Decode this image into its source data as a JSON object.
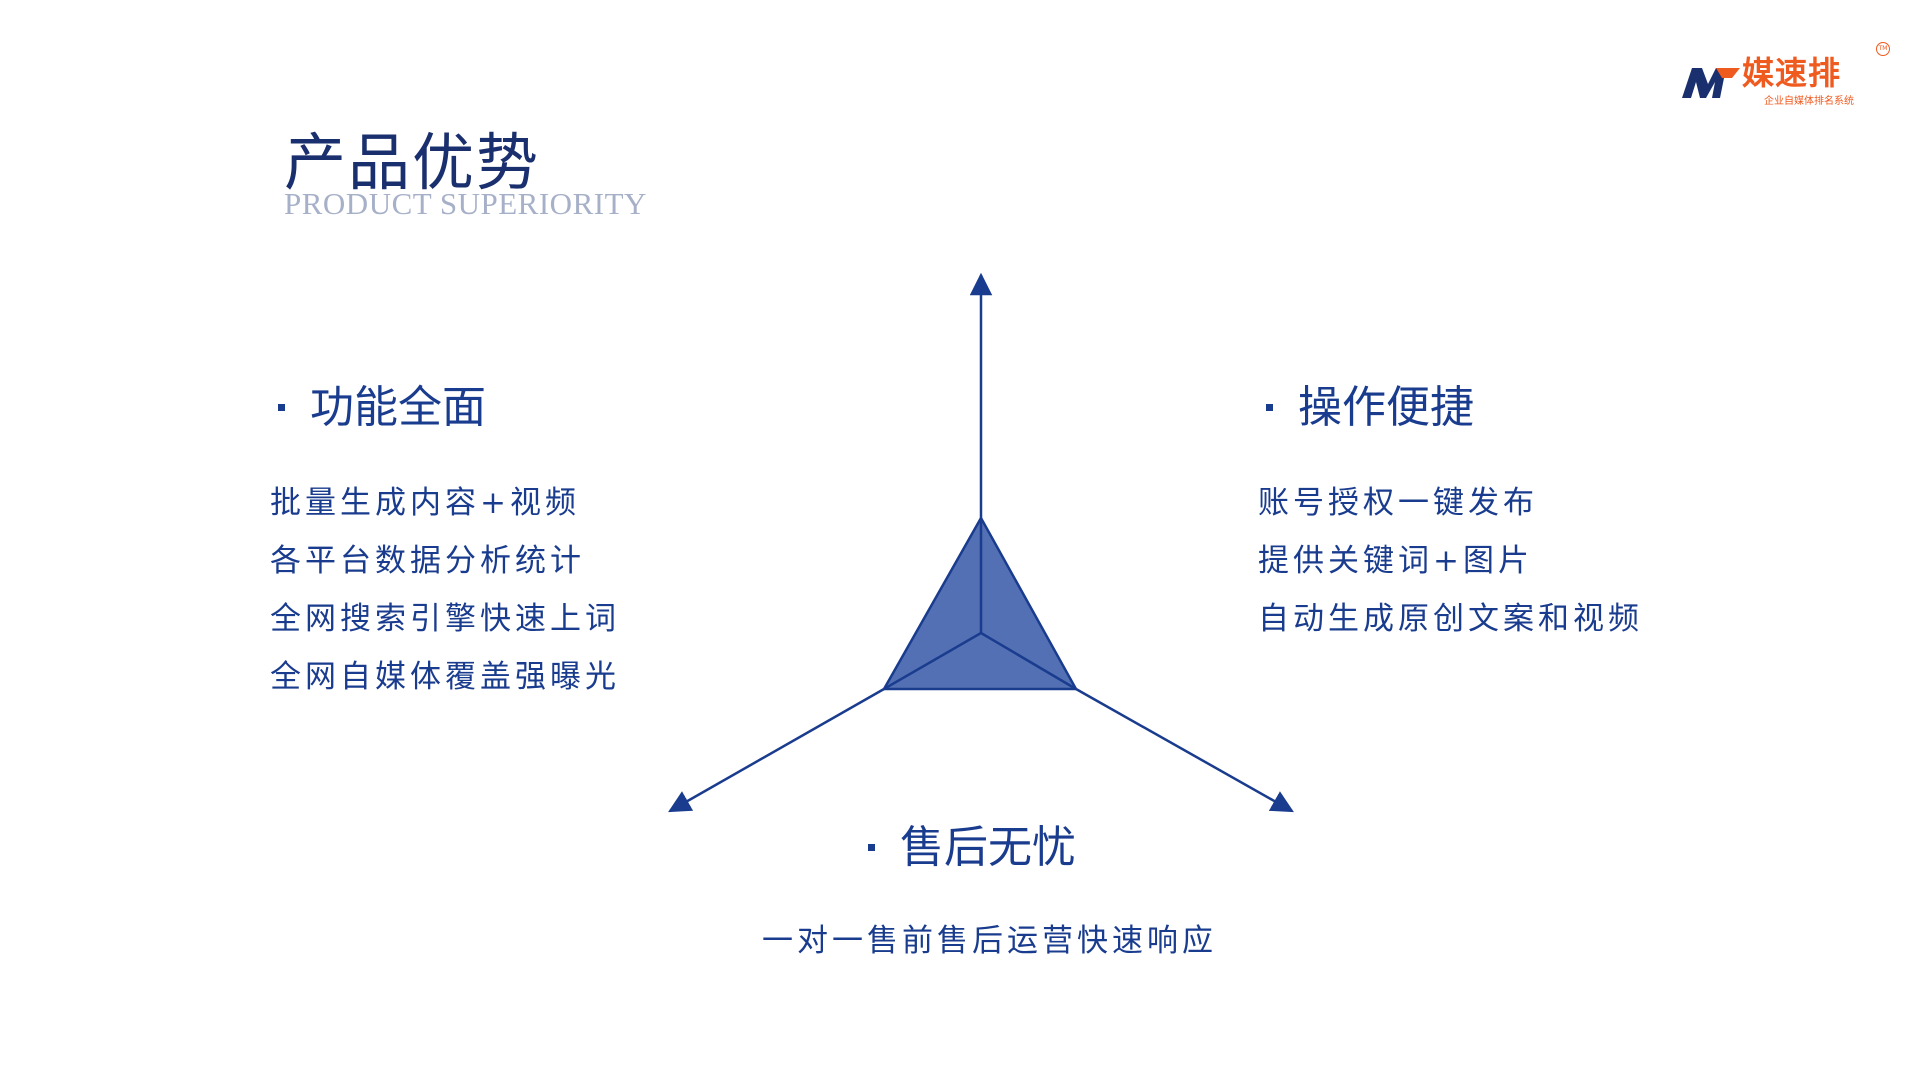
{
  "logo": {
    "title": "媒速排",
    "subtitle": "企业自媒体排名系统",
    "tm": "TM",
    "color": "#ef5a1f",
    "mark_color": "#1a2f6e"
  },
  "title": "产品优势",
  "subtitle": "PRODUCT SUPERIORITY",
  "features": {
    "left": {
      "heading": "功能全面",
      "items": [
        "批量生成内容+视频",
        "各平台数据分析统计",
        "全网搜索引擎快速上词",
        "全网自媒体覆盖强曝光"
      ]
    },
    "right": {
      "heading": "操作便捷",
      "items": [
        "账号授权一键发布",
        "提供关键词+图片",
        "自动生成原创文案和视频"
      ]
    },
    "bottom": {
      "heading": "售后无忧",
      "items": [
        "一对一售前售后运营快速响应"
      ]
    }
  },
  "colors": {
    "primary": "#1a3c8e",
    "fill": "#5470b4",
    "subtitle": "#a6b0c8"
  }
}
